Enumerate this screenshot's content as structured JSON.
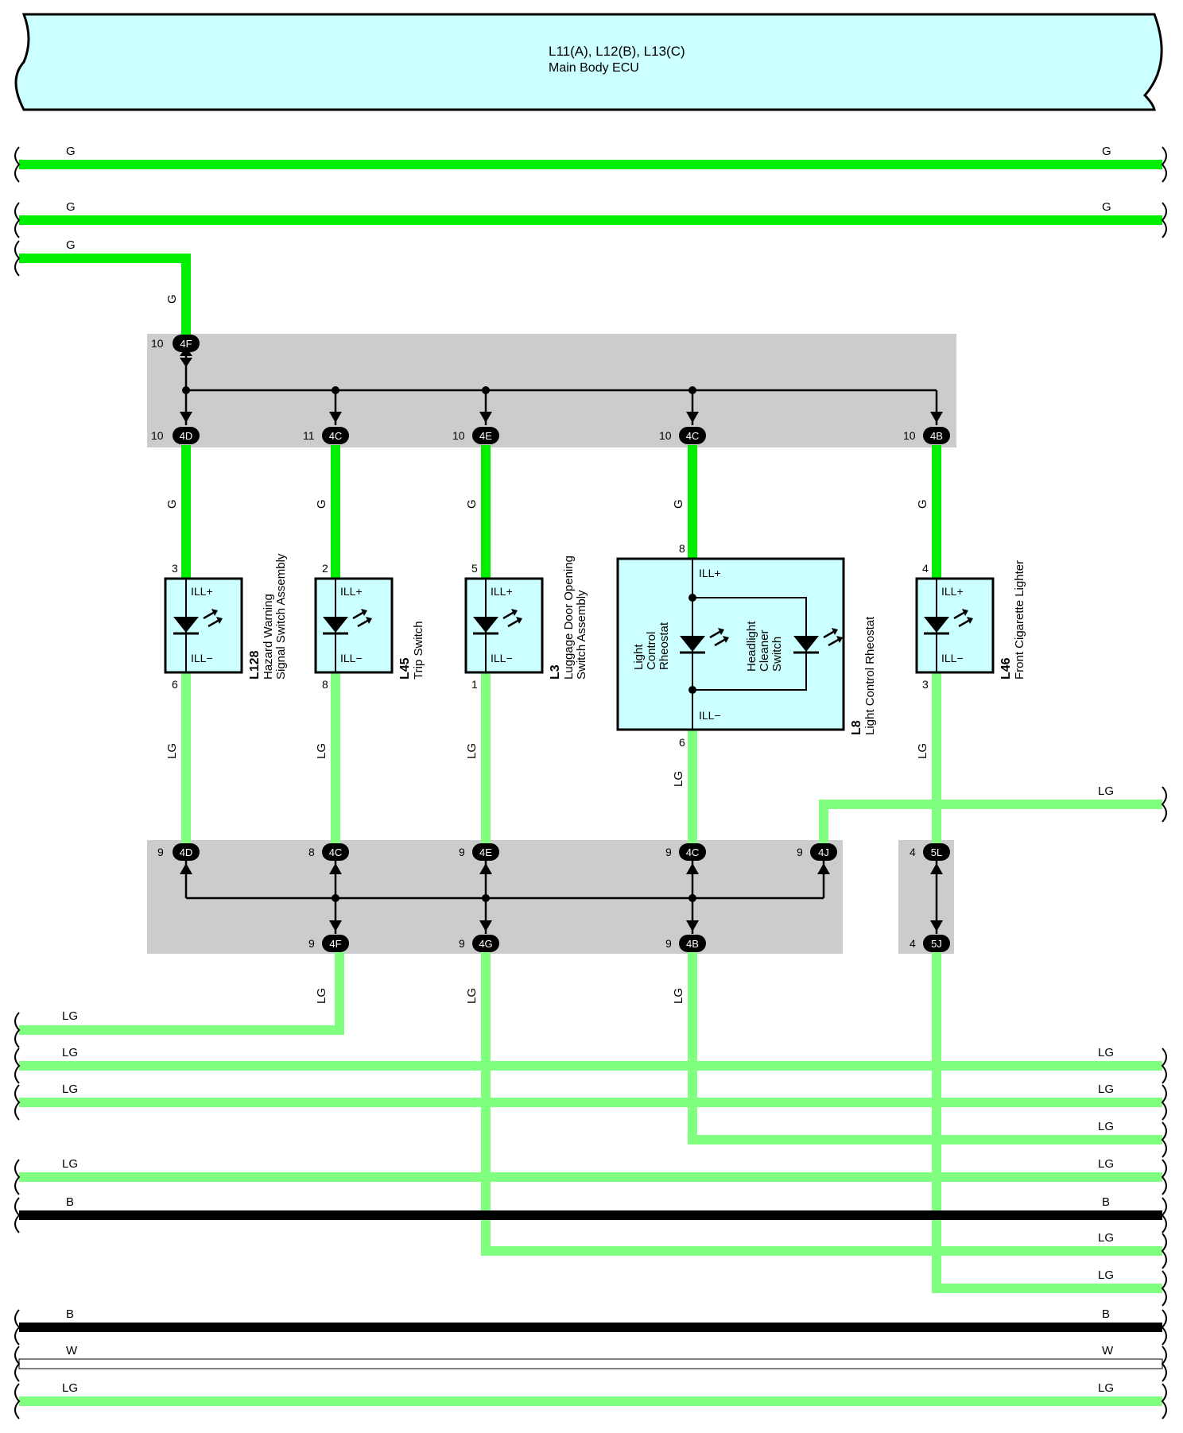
{
  "colors": {
    "G": "#00ee00",
    "LG": "#80ff80",
    "B": "#000000",
    "W": "#ffffff",
    "ecu_fill": "#ccffff",
    "component_fill": "#ccffff",
    "junction_fill": "#cccccc",
    "connector_fill": "#000000"
  },
  "ecu": {
    "title": "L11(A), L12(B), L13(C)",
    "name": "Main Body ECU"
  },
  "wire_labels": {
    "g": "G",
    "lg": "LG",
    "b": "B",
    "w": "W"
  },
  "junctions": {
    "top": {
      "feed": {
        "pin": "10",
        "conn": "4F"
      },
      "drops": [
        {
          "pin": "10",
          "conn": "4D"
        },
        {
          "pin": "11",
          "conn": "4C"
        },
        {
          "pin": "10",
          "conn": "4E"
        },
        {
          "pin": "10",
          "conn": "4C"
        },
        {
          "pin": "10",
          "conn": "4B"
        }
      ]
    },
    "bottom": {
      "inputs": [
        {
          "pin": "9",
          "conn": "4D"
        },
        {
          "pin": "8",
          "conn": "4C"
        },
        {
          "pin": "9",
          "conn": "4E"
        },
        {
          "pin": "9",
          "conn": "4C"
        },
        {
          "pin": "9",
          "conn": "4J"
        }
      ],
      "outputs": [
        {
          "pin": "9",
          "conn": "4F"
        },
        {
          "pin": "9",
          "conn": "4G"
        },
        {
          "pin": "9",
          "conn": "4B"
        }
      ]
    },
    "small": {
      "upper": {
        "pin": "4",
        "conn": "5L"
      },
      "lower": {
        "pin": "4",
        "conn": "5J"
      }
    }
  },
  "components": [
    {
      "code": "L128",
      "name1": "Hazard Warning",
      "name2": "Signal Switch Assembly",
      "pin_top": "3",
      "pin_bottom": "6"
    },
    {
      "code": "L45",
      "name1": "Trip Switch",
      "name2": "",
      "pin_top": "2",
      "pin_bottom": "8"
    },
    {
      "code": "L3",
      "name1": "Luggage Door Opening",
      "name2": "Switch Assembly",
      "pin_top": "5",
      "pin_bottom": "1"
    },
    {
      "code": "L8",
      "name1": "Light Control Rheostat",
      "name2": "",
      "pin_top": "8",
      "pin_bottom": "6",
      "inner_left": [
        "Light",
        "Control",
        "Rheostat"
      ],
      "inner_right": [
        "Headlight",
        "Cleaner",
        "Switch"
      ]
    },
    {
      "code": "L46",
      "name1": "Front Cigarette Lighter",
      "name2": "",
      "pin_top": "4",
      "pin_bottom": "3"
    }
  ],
  "ill": {
    "plus": "ILL+",
    "minus": "ILL−"
  }
}
